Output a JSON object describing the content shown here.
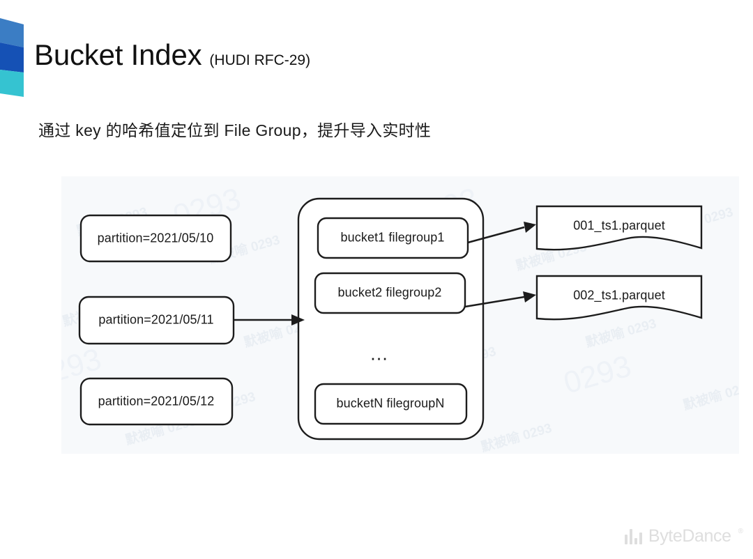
{
  "header": {
    "title": "Bucket Index",
    "suffix": "(HUDI RFC-29)",
    "subtitle": "通过 key 的哈希值定位到 File Group，提升导入实时性"
  },
  "brand": {
    "mark_icon": "bytedance-chevron-icon",
    "color_top": "#3b7dc4",
    "color_mid": "#1551b5",
    "color_bottom": "#35c3d1"
  },
  "diagram": {
    "panel_bg": "#f7f9fb",
    "stroke": "#1c1c1c",
    "partitions": [
      {
        "label": "partition=2021/05/10"
      },
      {
        "label": "partition=2021/05/11"
      },
      {
        "label": "partition=2021/05/12"
      }
    ],
    "bucket_container": {
      "name": "bucket-container",
      "buckets": [
        {
          "label": "bucket1 filegroup1"
        },
        {
          "label": "bucket2 filegroup2"
        }
      ],
      "ellipsis": "…",
      "last_bucket": {
        "label": "bucketN filegroupN"
      }
    },
    "files": [
      {
        "label": "001_ts1.parquet"
      },
      {
        "label": "002_ts1.parquet"
      }
    ],
    "watermark_text": "默被喻 0293",
    "watermark_number": "0293"
  },
  "footer": {
    "logo_name": "ByteDance",
    "logo_tm": "®",
    "logo_icon": "bar-chart-icon",
    "logo_bar_heights": [
      14,
      22,
      9,
      17
    ]
  }
}
